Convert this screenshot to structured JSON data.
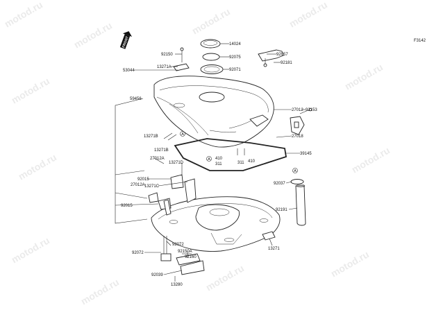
{
  "figure_code": "F3142",
  "watermark": "motod.ru",
  "front_badge": "FRONT",
  "marker_letter": "A",
  "labels": {
    "l14024": "14024",
    "l92150": "92150",
    "l92075": "92075",
    "l92071": "92071",
    "l92057": "92057",
    "l92181": "92181",
    "l53044": "53044",
    "l13271A": "13271A",
    "l59456": "59456",
    "l27012": "27012",
    "l92153": "92153",
    "l27018": "27018",
    "l13271B_a": "13271B",
    "l13271B_b": "13271B",
    "l27012A": "27012A",
    "l13271D": "13271D",
    "l39145": "39145",
    "l410_a": "410",
    "l410_b": "410",
    "l311_a": "311",
    "l311_b": "311",
    "l92015_a": "92015",
    "l27012A_b": "27012A",
    "l13271C": "13271C",
    "l92015_b": "92015",
    "l92037": "92037",
    "l92191": "92191",
    "l92072_a": "92072",
    "l92072_b": "92072",
    "l92150A": "92150A",
    "l92160": "92160",
    "l13271": "13271",
    "l92039": "92039",
    "l13280": "13280"
  }
}
